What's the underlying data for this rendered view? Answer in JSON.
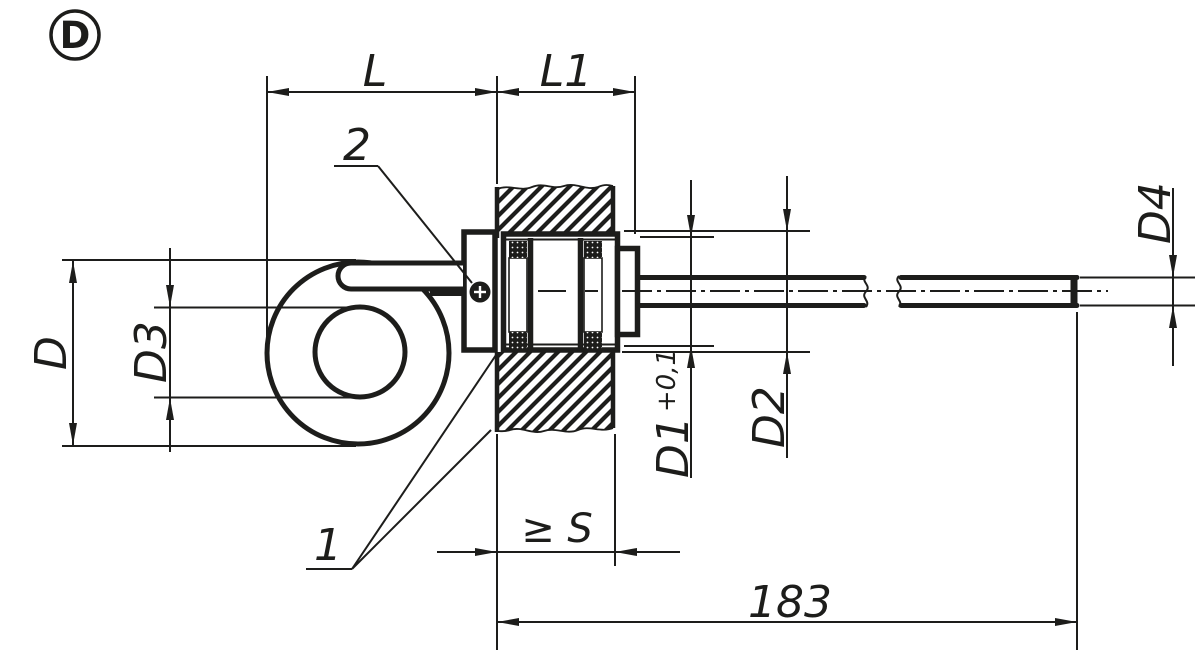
{
  "colors": {
    "ink": "#1d1d1b",
    "background": "#ffffff"
  },
  "view_badge": {
    "letter": "D"
  },
  "dimensions": {
    "L": "L",
    "L1": "L1",
    "D": "D",
    "D3": "D3",
    "D1": "D1",
    "D1_tolerance": "+0,1",
    "D2": "D2",
    "D4": "D4",
    "S": "≥ S",
    "overall_length": "183"
  },
  "callouts": {
    "item1": "1",
    "item2": "2"
  }
}
